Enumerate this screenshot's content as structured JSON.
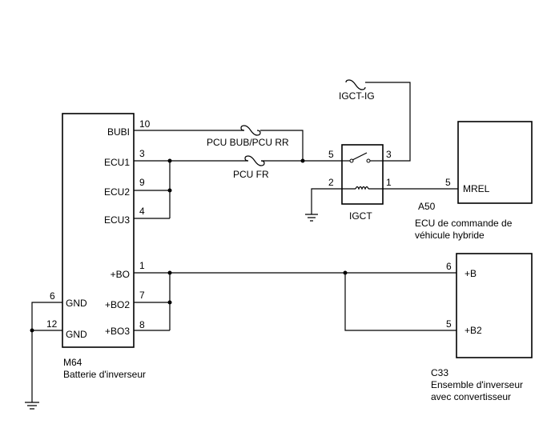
{
  "m64": {
    "code": "M64",
    "name": "Batterie d'inverseur",
    "pins": {
      "bubi": {
        "num": "10",
        "label": "BUBI"
      },
      "ecu1": {
        "num": "3",
        "label": "ECU1"
      },
      "ecu2": {
        "num": "9",
        "label": "ECU2"
      },
      "ecu3": {
        "num": "4",
        "label": "ECU3"
      },
      "bo": {
        "num": "1",
        "label": "+BO"
      },
      "bo2": {
        "num": "7",
        "label": "+BO2"
      },
      "bo3": {
        "num": "8",
        "label": "+BO3"
      },
      "gnd6": {
        "num": "6",
        "label": "GND"
      },
      "gnd12": {
        "num": "12",
        "label": "GND"
      }
    }
  },
  "fuses": {
    "igct_ig": "IGCT-IG",
    "pcu_bub": "PCU BUB/PCU RR",
    "pcu_fr": "PCU FR"
  },
  "igct": {
    "name": "IGCT",
    "pins": {
      "p5": "5",
      "p2": "2",
      "p3": "3",
      "p1": "1"
    }
  },
  "a50": {
    "code": "A50",
    "name_line1": "ECU de commande de",
    "name_line2": "véhicule hybride",
    "pin_num": "5",
    "pin_label": "MREL"
  },
  "c33": {
    "code": "C33",
    "name_line1": "Ensemble d'inverseur",
    "name_line2": "avec convertisseur",
    "pins": {
      "b": {
        "num": "6",
        "label": "+B"
      },
      "b2": {
        "num": "5",
        "label": "+B2"
      }
    }
  }
}
